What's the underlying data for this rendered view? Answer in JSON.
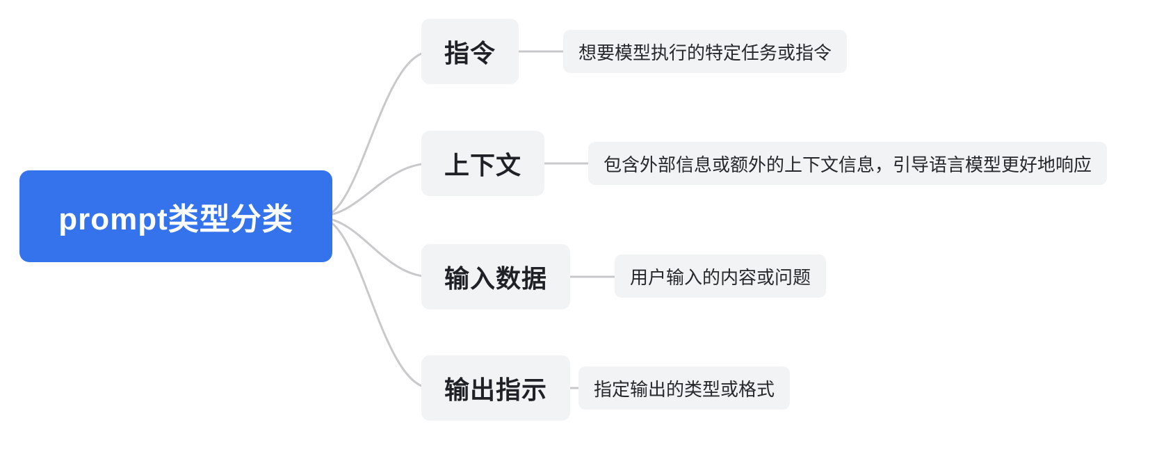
{
  "diagram_type": "mindmap",
  "root": {
    "label": "prompt类型分类"
  },
  "branches": [
    {
      "label": "指令",
      "description": "想要模型执行的特定任务或指令"
    },
    {
      "label": "上下文",
      "description": "包含外部信息或额外的上下文信息，引导语言模型更好地响应"
    },
    {
      "label": "输入数据",
      "description": "用户输入的内容或问题"
    },
    {
      "label": "输出指示",
      "description": "指定输出的类型或格式"
    }
  ],
  "colors": {
    "root_bg": "#3473EB",
    "root_text": "#FFFFFF",
    "node_bg": "#F2F3F4",
    "node_text": "#1F2126",
    "connector": "#C8C9CB",
    "background": "#FFFFFF"
  }
}
